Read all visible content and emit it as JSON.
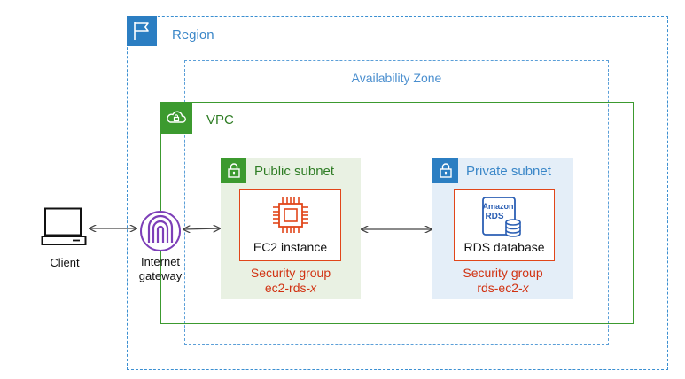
{
  "region": {
    "label": "Region"
  },
  "availability_zone": {
    "label": "Availability Zone"
  },
  "vpc": {
    "label": "VPC"
  },
  "public_subnet": {
    "label": "Public subnet",
    "instance_label": "EC2 instance",
    "security_group_title": "Security group",
    "security_group_name": "ec2-rds-",
    "security_group_suffix": "x"
  },
  "private_subnet": {
    "label": "Private subnet",
    "instance_label": "RDS database",
    "rds_icon_text_1": "Amazon",
    "rds_icon_text_2": "RDS",
    "security_group_title": "Security group",
    "security_group_name": "rds-ec2-",
    "security_group_suffix": "x"
  },
  "client": {
    "label": "Client"
  },
  "internet_gateway": {
    "label_line1": "Internet",
    "label_line2": "gateway"
  },
  "colors": {
    "region_blue": "#2b7ec2",
    "vpc_green": "#3c9a2f",
    "compute_orange": "#e1461a",
    "security_red": "#d13212",
    "gateway_purple": "#7d3fb8"
  }
}
